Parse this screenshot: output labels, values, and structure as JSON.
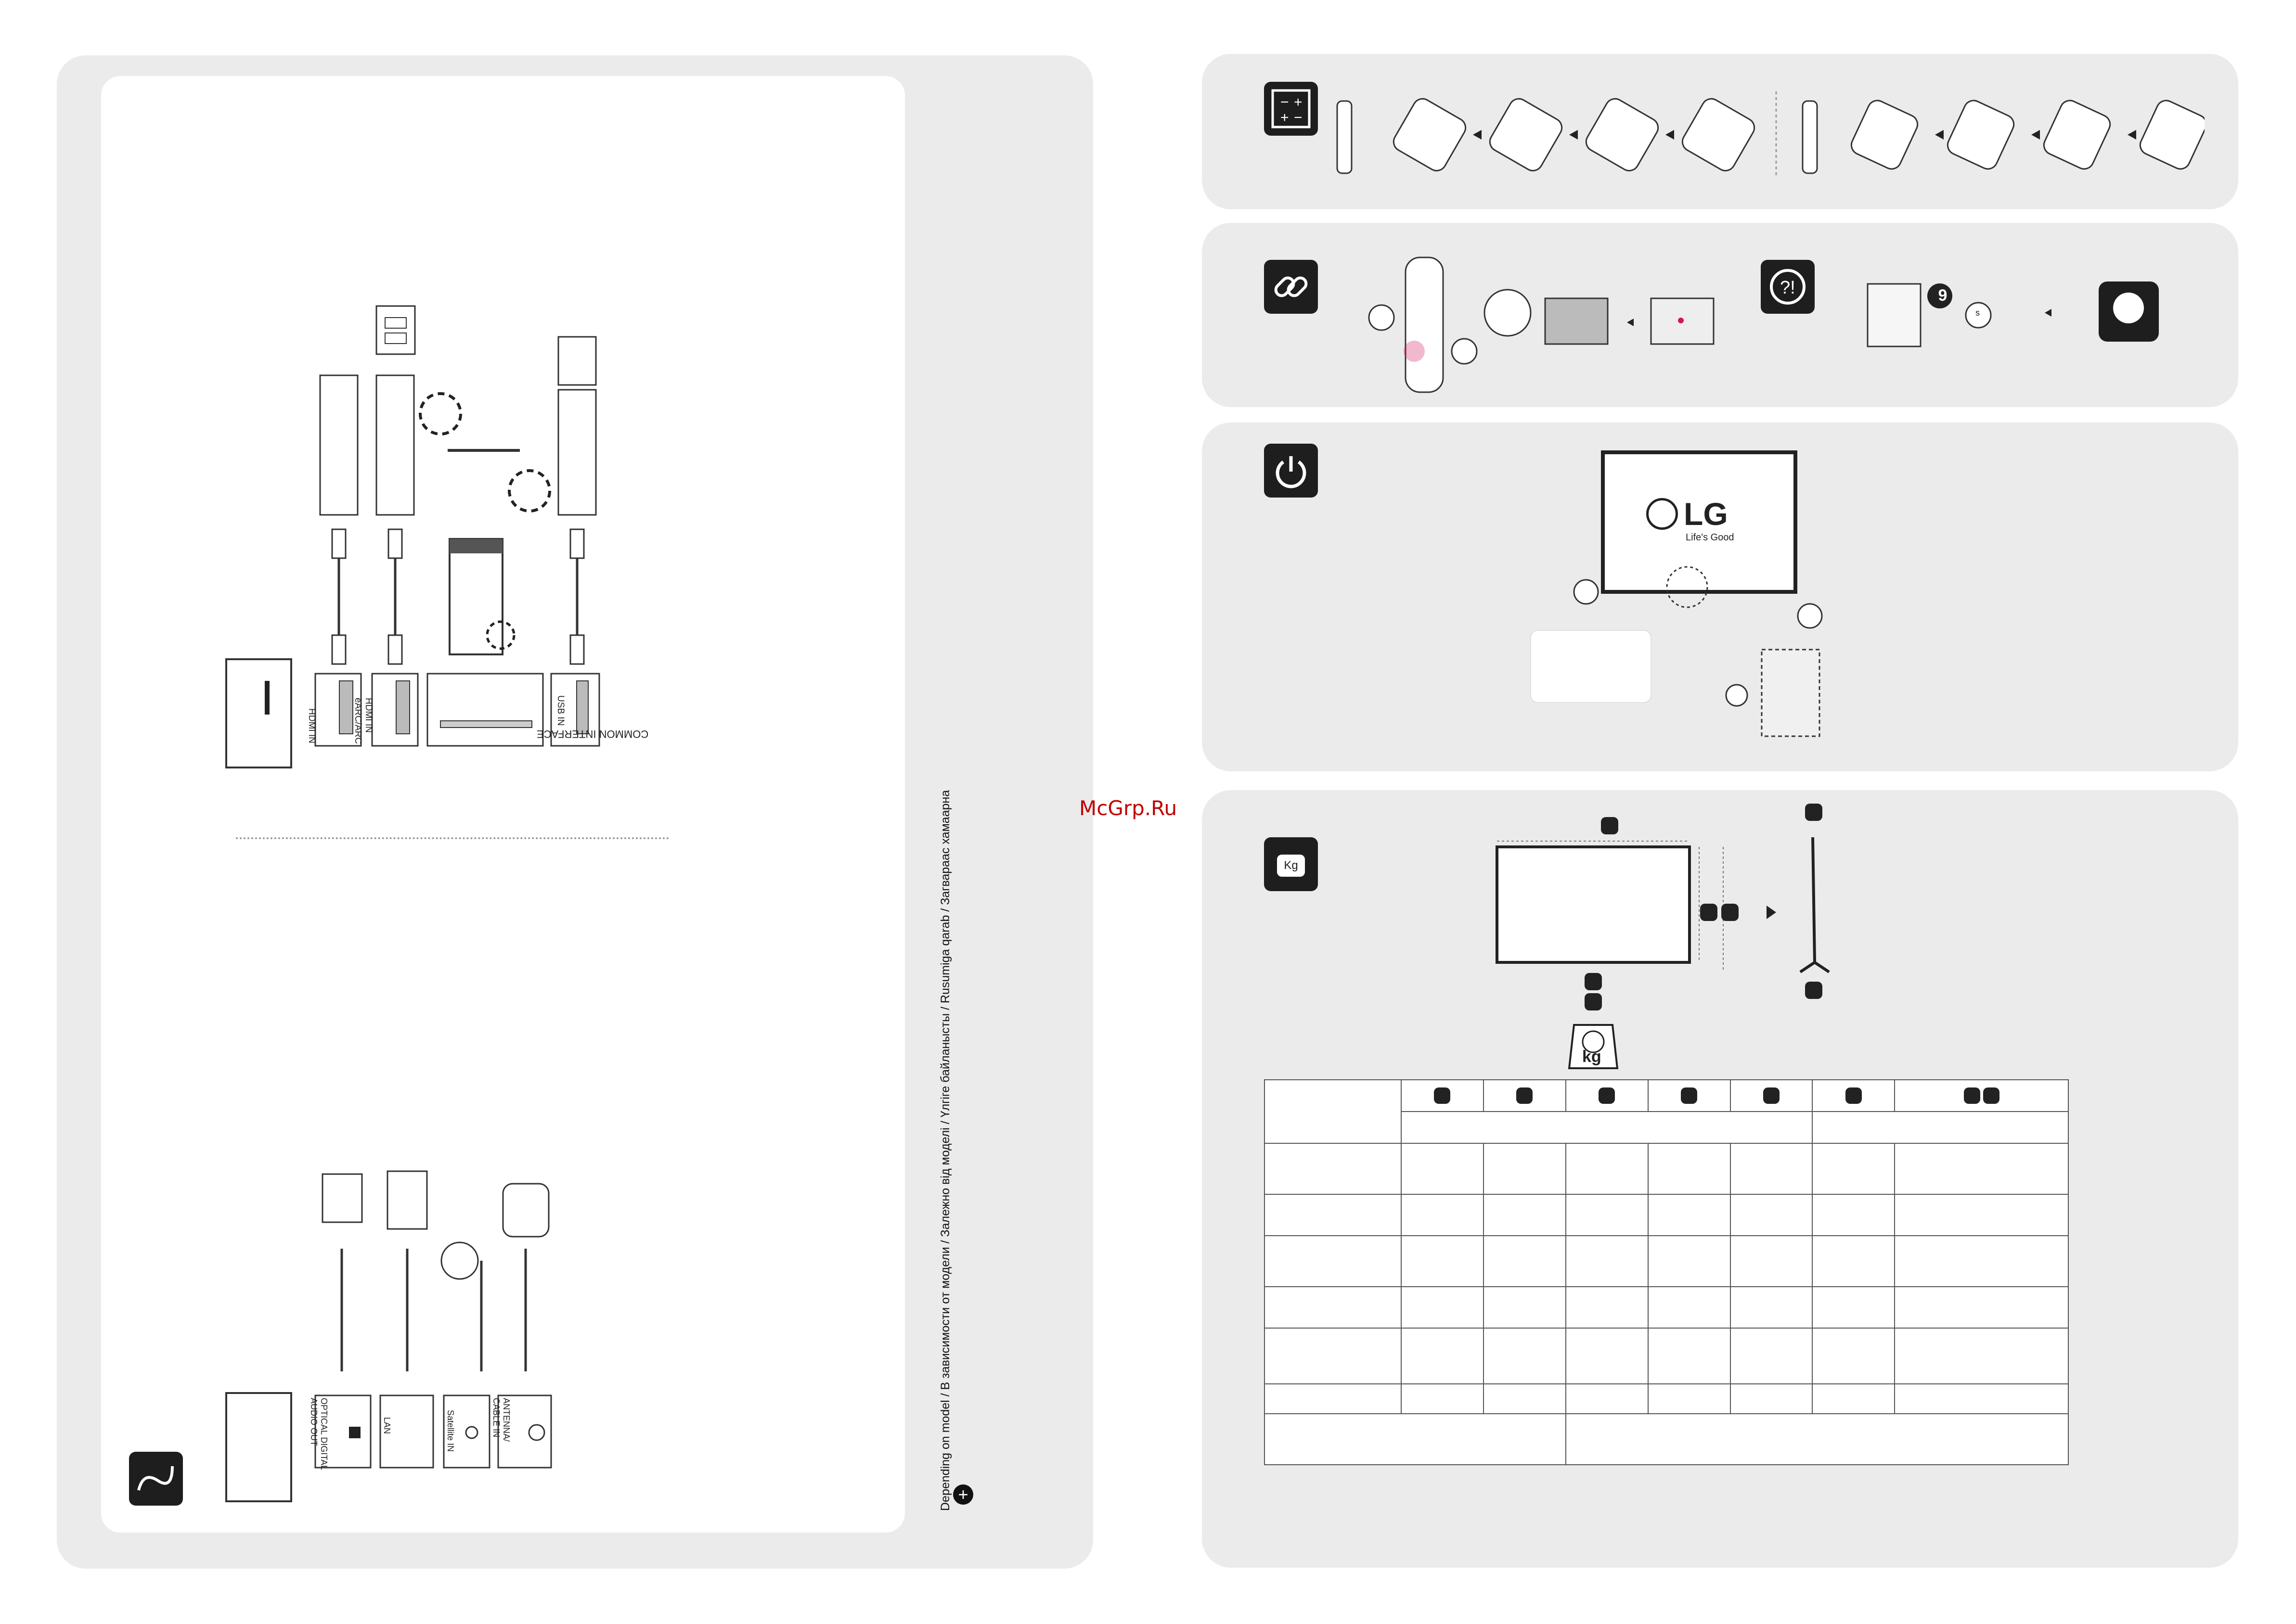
{
  "watermark": "McGrp.Ru",
  "footnote": "Depending on model / В зависимости от модели / Залежно від моделі / Үлгіге байланысты / Rusumiga qarab / Загвараас хамаарна",
  "ports_top": [
    "HDMI IN",
    "HDMI IN eARC/ARC",
    "COMMON INTERFACE",
    "USB IN"
  ],
  "ports_bottom": [
    "OPTICAL DIGITAL AUDIO OUT",
    "LAN",
    "Satellite IN",
    "ANTENNA/ CABLE IN"
  ],
  "logo": {
    "brand": "LG",
    "tagline": "Life's Good"
  },
  "weight_icon": "Kg",
  "scale_label": "kg",
  "remote_digit": "9",
  "timer_unit": "s",
  "icons": [
    "battery-icon",
    "link-icon",
    "help-icon",
    "power-icon",
    "weight-icon",
    "cable-icon",
    "plus-icon"
  ],
  "colors": {
    "panel": "#ebebeb",
    "dark": "#1e1e1e",
    "accent_green": "#2aa84a",
    "accent_red": "#d4145a"
  }
}
